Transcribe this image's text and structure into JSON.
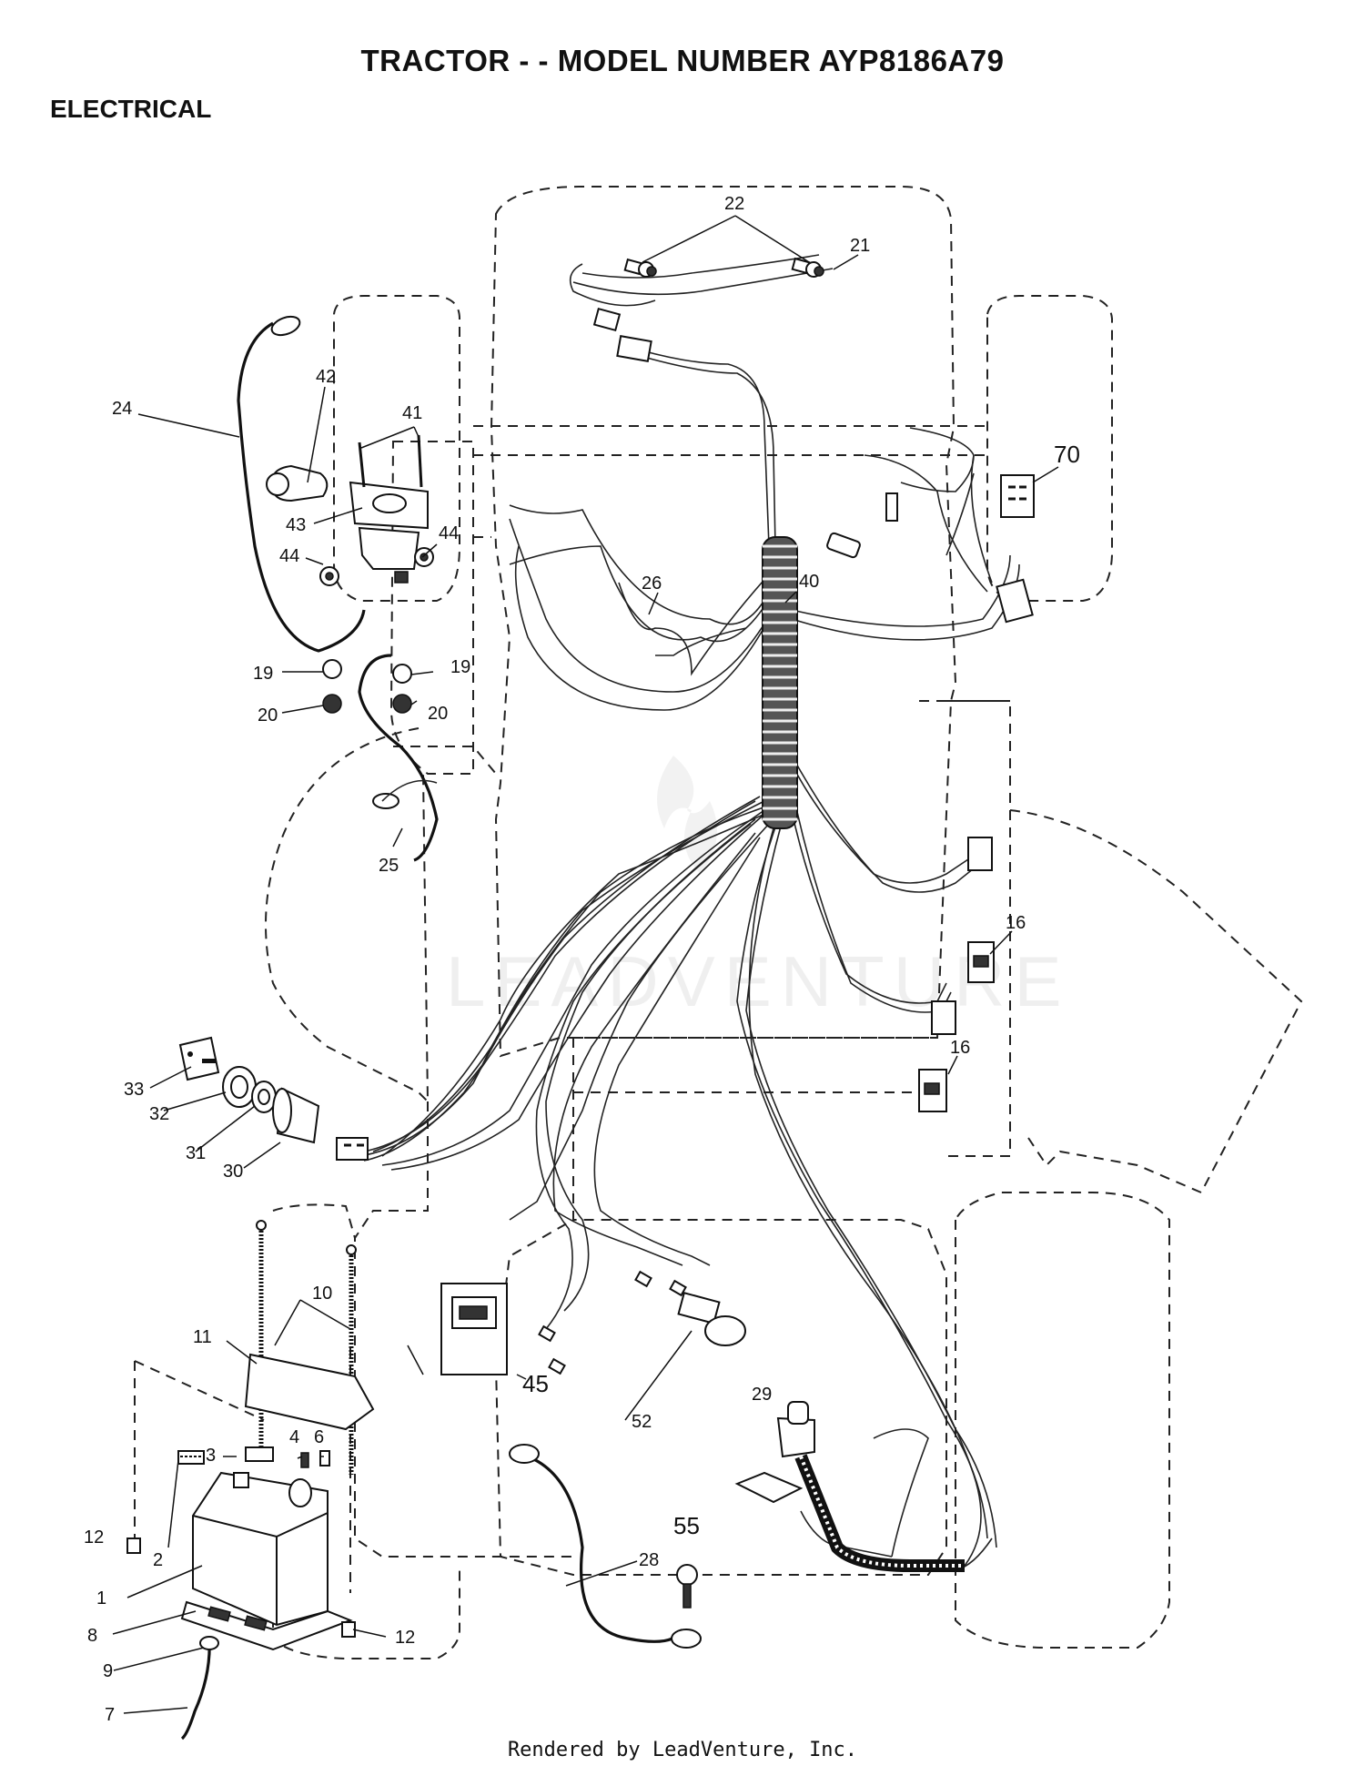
{
  "title": "TRACTOR - - MODEL NUMBER AYP8186A79",
  "section": "ELECTRICAL",
  "footer": "Rendered by LeadVenture, Inc.",
  "watermark": "LEADVENTURE",
  "callouts": {
    "c22": "22",
    "c21": "21",
    "c42": "42",
    "c41": "41",
    "c24": "24",
    "c70": "70",
    "c43": "43",
    "c44a": "44",
    "c44b": "44",
    "c26": "26",
    "c40": "40",
    "c19a": "19",
    "c19b": "19",
    "c20a": "20",
    "c20b": "20",
    "c25": "25",
    "c16a": "16",
    "c16b": "16",
    "c33": "33",
    "c32": "32",
    "c31": "31",
    "c30": "30",
    "c10": "10",
    "c11": "11",
    "c52": "52",
    "c45": "45",
    "c29": "29",
    "c3": "3",
    "c4": "4",
    "c6": "6",
    "c12a": "12",
    "c2": "2",
    "c55": "55",
    "c28": "28",
    "c1": "1",
    "c8": "8",
    "c9": "9",
    "c12b": "12",
    "c7": "7"
  }
}
